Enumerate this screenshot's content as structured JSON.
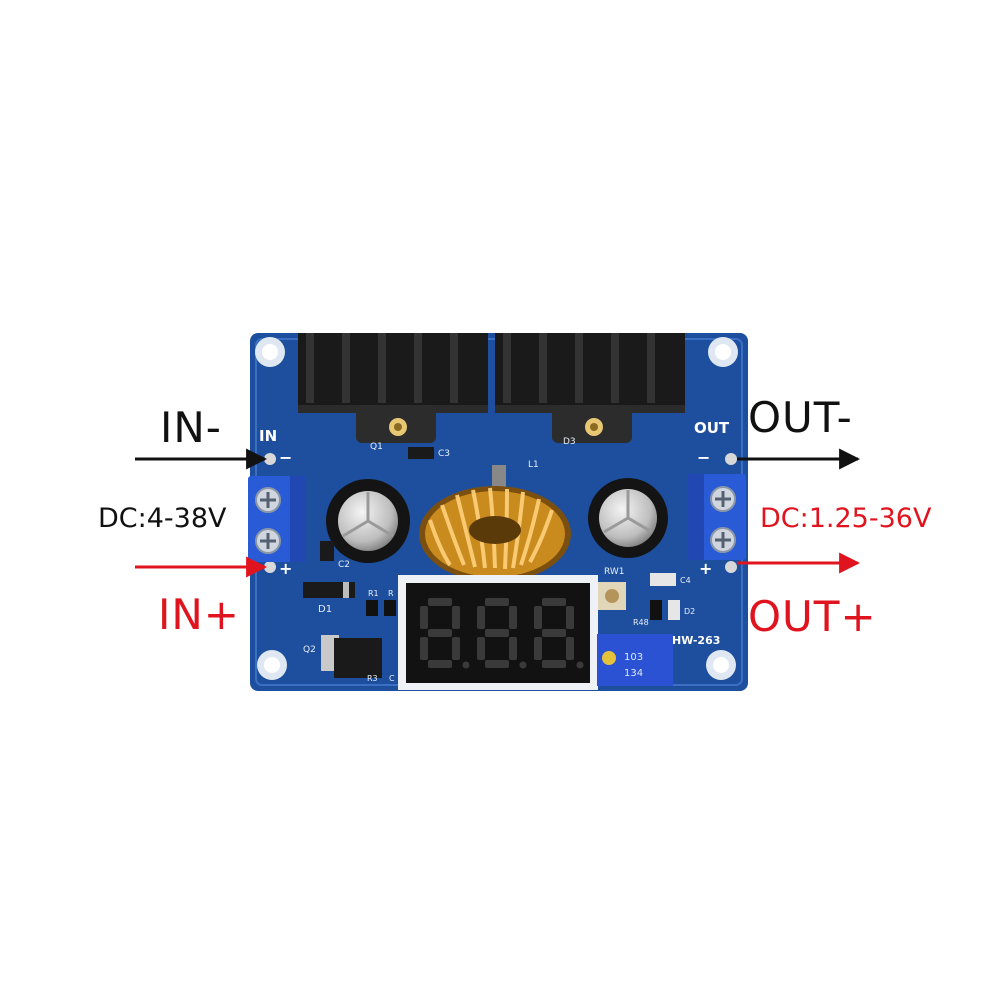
{
  "labels": {
    "in_minus": "IN-",
    "in_plus": "IN+",
    "out_minus": "OUT-",
    "out_plus": "OUT+",
    "input_range": "DC:4-38V",
    "output_range": "DC:1.25-36V"
  },
  "board": {
    "in_silk": "IN",
    "out_silk": "OUT",
    "minus_sign": "−",
    "plus_sign": "+",
    "model": "HW-263",
    "pot_text": "103",
    "pot_code": "134",
    "components": {
      "q1": "Q1",
      "d3": "D3",
      "c3": "C3",
      "l1": "L1",
      "c2": "C2",
      "d1": "D1",
      "r1": "R1",
      "r2": "R",
      "q2": "Q2",
      "r3": "R3",
      "c5": "C",
      "rw1": "RW1",
      "c4": "C4",
      "r48": "R48",
      "d2": "D2"
    }
  },
  "display": {
    "digits": [
      "8",
      "8",
      "8"
    ]
  },
  "colors": {
    "pcb": "#1d4f9e",
    "black_arrow": "#111111",
    "red_arrow": "#e0141e",
    "terminal": "#2a5bd7",
    "heatsink": "#1a1a1a",
    "inductor": "#c98a1e",
    "segment_off": "#3a3a3a"
  }
}
